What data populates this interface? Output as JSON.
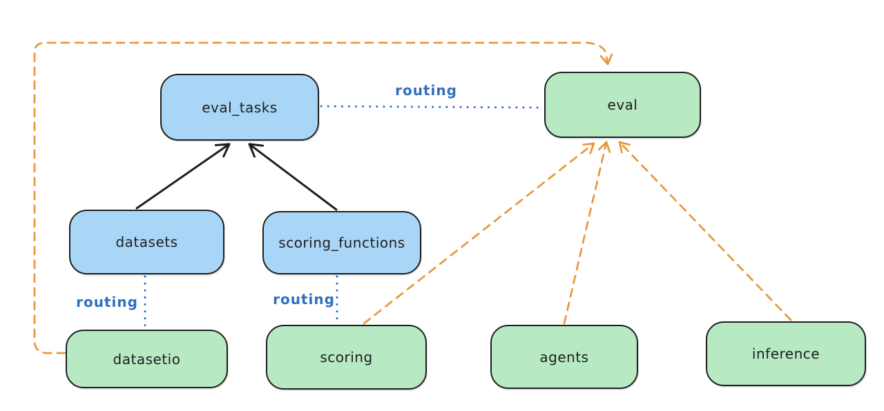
{
  "diagram": {
    "nodes": {
      "eval_tasks": {
        "label": "eval_tasks",
        "fill": "#a9d6f7"
      },
      "datasets": {
        "label": "datasets",
        "fill": "#a9d6f7"
      },
      "scoring_functions": {
        "label": "scoring_functions",
        "fill": "#a9d6f7"
      },
      "eval": {
        "label": "eval",
        "fill": "#b7e9c3"
      },
      "datasetio": {
        "label": "datasetio",
        "fill": "#b7e9c3"
      },
      "scoring": {
        "label": "scoring",
        "fill": "#b7e9c3"
      },
      "agents": {
        "label": "agents",
        "fill": "#b7e9c3"
      },
      "inference": {
        "label": "inference",
        "fill": "#b7e9c3"
      }
    },
    "edges": [
      {
        "from": "datasets",
        "to": "eval_tasks",
        "style": "solid-black-arrow",
        "label": ""
      },
      {
        "from": "scoring_functions",
        "to": "eval_tasks",
        "style": "solid-black-arrow",
        "label": ""
      },
      {
        "from": "eval_tasks",
        "to": "eval",
        "style": "dotted-blue",
        "label": "routing"
      },
      {
        "from": "datasets",
        "to": "datasetio",
        "style": "dotted-blue",
        "label": "routing"
      },
      {
        "from": "scoring_functions",
        "to": "scoring",
        "style": "dotted-blue",
        "label": "routing"
      },
      {
        "from": "datasetio",
        "to": "eval",
        "style": "dashed-orange-arrow",
        "label": ""
      },
      {
        "from": "scoring",
        "to": "eval",
        "style": "dashed-orange-arrow",
        "label": ""
      },
      {
        "from": "agents",
        "to": "eval",
        "style": "dashed-orange-arrow",
        "label": ""
      },
      {
        "from": "inference",
        "to": "eval",
        "style": "dashed-orange-arrow",
        "label": ""
      }
    ],
    "labels": {
      "routing_top": "routing",
      "routing_left": "routing",
      "routing_middle": "routing"
    },
    "colors": {
      "blue_fill": "#a9d6f7",
      "green_fill": "#b7e9c3",
      "outline": "#1e1e1e",
      "blue_line": "#2f6fbf",
      "orange_line": "#e8993f",
      "black_line": "#1e1e1e",
      "background": "#ffffff"
    }
  }
}
